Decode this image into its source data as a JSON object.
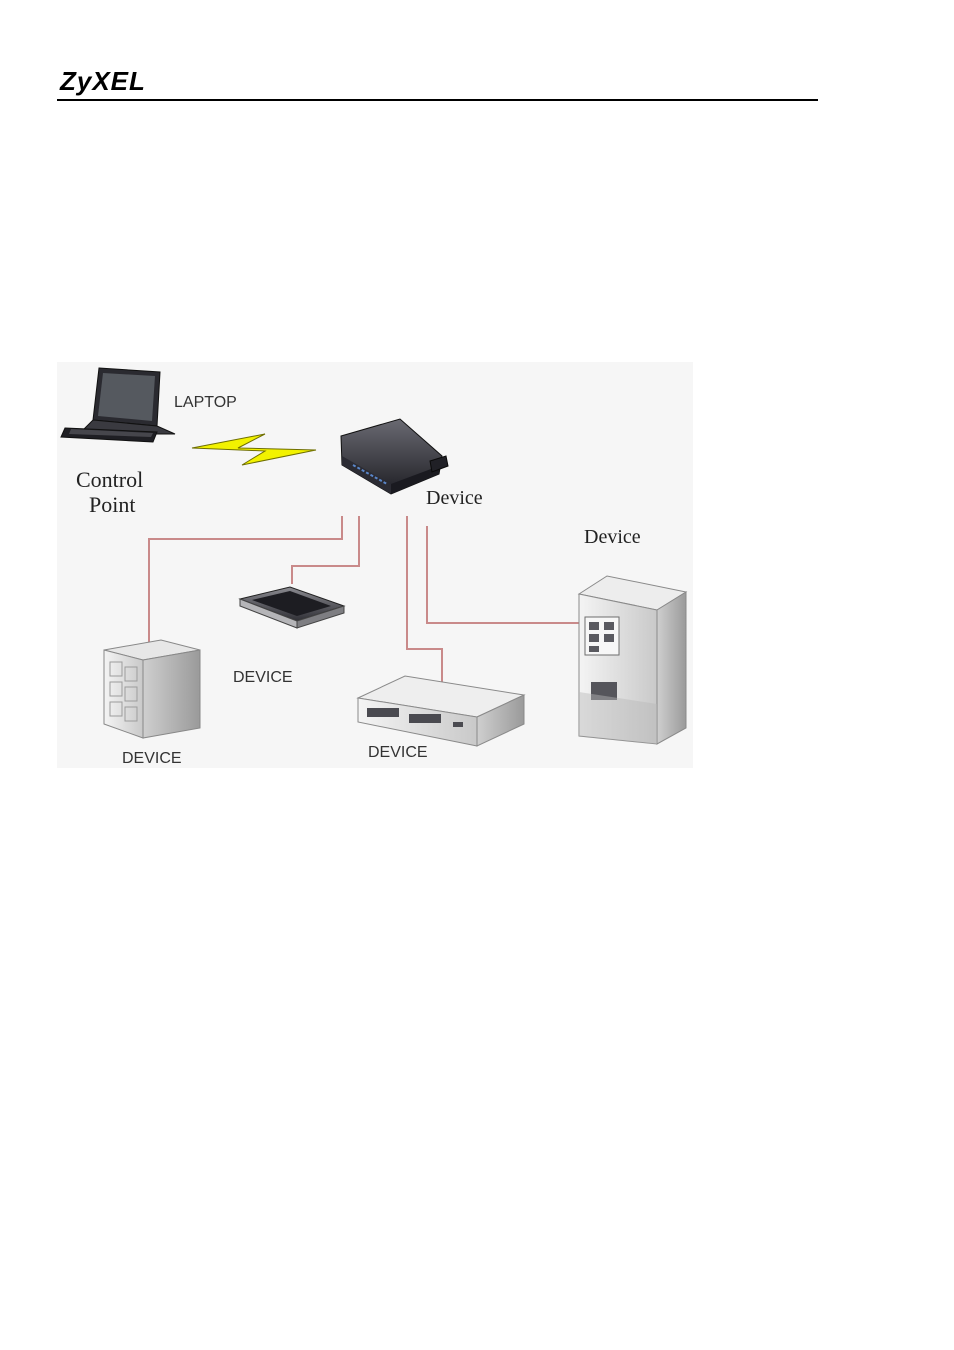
{
  "header": {
    "brand": "ZyXEL"
  },
  "diagram": {
    "laptop_label": "LAPTOP",
    "control_point_line1": "Control",
    "control_point_line2": "Point",
    "router_label": "Device",
    "tower_label": "Device",
    "scanner_label": "DEVICE",
    "cabinet_label": "DEVICE",
    "switch_label": "DEVICE",
    "colors": {
      "cable": "#c98a8a",
      "wireless_bolt": "#f2f200",
      "background": "#f6f6f6"
    }
  }
}
